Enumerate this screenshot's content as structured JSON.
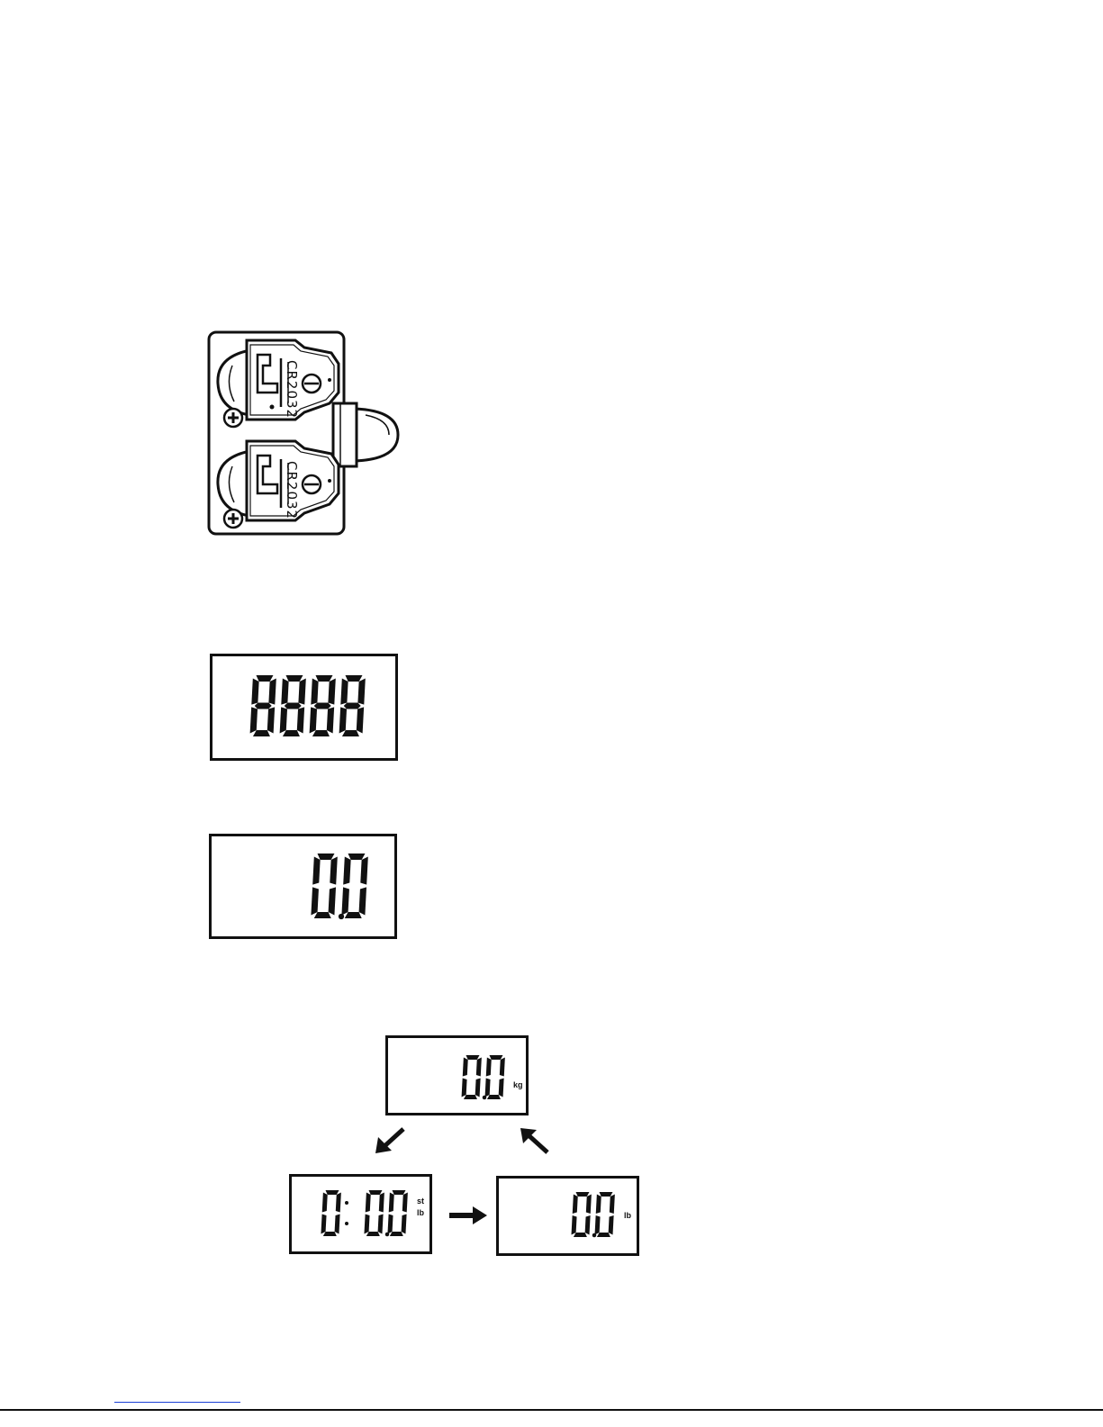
{
  "battery_compartment": {
    "battery_labels": [
      "CR2032",
      "CR2032"
    ],
    "polarity_icons": [
      "plus-icon",
      "plus-icon"
    ]
  },
  "displays": {
    "self_test": {
      "reading": "8888"
    },
    "zero": {
      "reading": "0.0"
    },
    "unit_cycle": {
      "kg": {
        "reading": "0.0",
        "unit": "kg"
      },
      "st_lb": {
        "stone": "0",
        "pounds": "0.0",
        "unit_top": "st",
        "unit_bottom": "lb"
      },
      "lb": {
        "reading": "0.0",
        "unit": "lb"
      },
      "arrows": [
        "arrow-down-left-icon",
        "arrow-right-icon",
        "arrow-up-left-icon"
      ]
    }
  },
  "colors": {
    "ink": "#111111",
    "footer_rule": "#1a3fd6"
  }
}
